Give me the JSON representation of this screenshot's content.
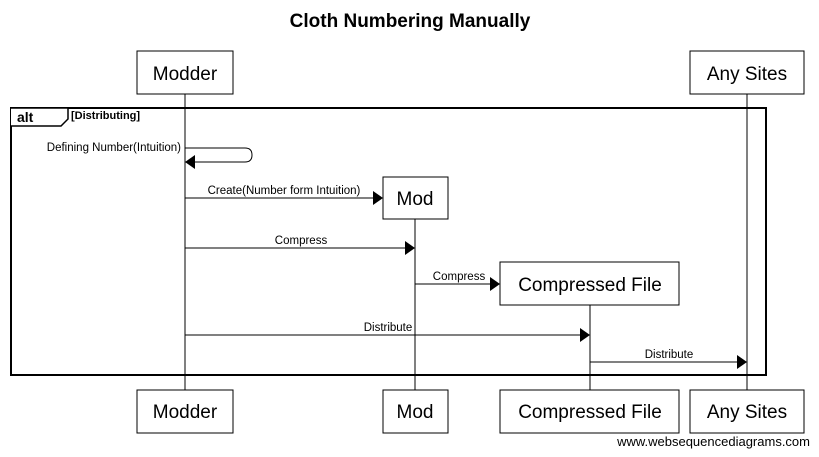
{
  "title": "Cloth Numbering Manually",
  "participants": {
    "modder": "Modder",
    "mod": "Mod",
    "compressed_file": "Compressed File",
    "any_sites": "Any Sites"
  },
  "fragment": {
    "operator": "alt",
    "guard": "[Distributing]"
  },
  "messages": {
    "m1": "Defining Number(Intuition)",
    "m2": "Create(Number form Intuition)",
    "m3": "Compress",
    "m4": "Compress",
    "m5": "Distribute",
    "m6": "Distribute"
  },
  "footer": "www.websequencediagrams.com"
}
